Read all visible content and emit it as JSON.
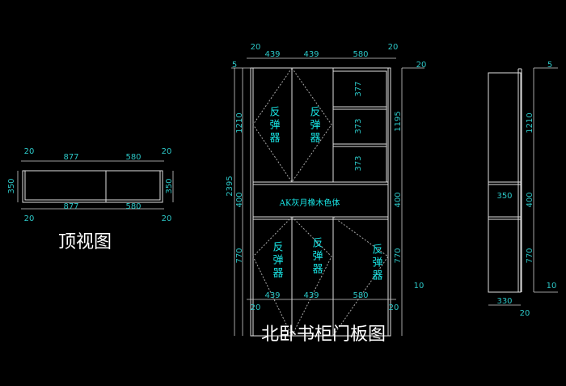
{
  "top_view": {
    "title": "顶视图",
    "dims": {
      "top_left_offset": "20",
      "top_width_a": "877",
      "top_width_b": "580",
      "top_right_offset": "20",
      "depth_left": "350",
      "depth_right": "350",
      "bottom_left_offset": "20",
      "bottom_width_a": "877",
      "bottom_width_b": "580",
      "bottom_right_offset": "20"
    }
  },
  "front_view": {
    "title": "北卧书柜门板图",
    "door_label": "反弹器",
    "middle_panel_label": "AK灰月橡木色体",
    "dims": {
      "top_left_offset": "20",
      "top_w1": "439",
      "top_w2": "439",
      "top_w3": "580",
      "top_right_offset": "20",
      "top_gap": "5",
      "right_top_offset": "20",
      "total_height": "2395",
      "left_upper": "1210",
      "left_middle": "400",
      "left_lower": "770",
      "right_upper": "1195",
      "right_middle": "400",
      "right_lower": "770",
      "right_bottom": "10",
      "shelf1": "377",
      "shelf2": "373",
      "shelf3": "373",
      "bottom_w1": "439",
      "bottom_w2": "439",
      "bottom_w3": "580",
      "bottom_left_offset": "20",
      "bottom_right_offset": "20"
    }
  },
  "side_view": {
    "dims": {
      "top_gap": "5",
      "upper": "1210",
      "middle": "400",
      "lower": "770",
      "bottom_gap": "10",
      "niche_depth": "350",
      "depth": "330",
      "back_offset": "20"
    }
  },
  "colors": {
    "line": "#e6e6e6",
    "dim": "#2cc7c7",
    "label": "#19e6e6",
    "background": "#000000"
  }
}
